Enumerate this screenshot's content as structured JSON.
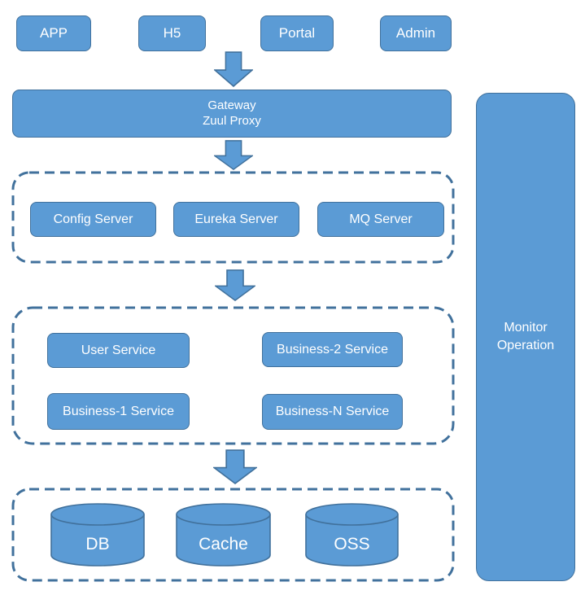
{
  "clients": [
    {
      "label": "APP"
    },
    {
      "label": "H5"
    },
    {
      "label": "Portal"
    },
    {
      "label": "Admin"
    }
  ],
  "gateway": {
    "line1": "Gateway",
    "line2": "Zuul Proxy"
  },
  "infra": [
    {
      "label": "Config Server"
    },
    {
      "label": "Eureka Server"
    },
    {
      "label": "MQ Server"
    }
  ],
  "services": [
    {
      "label": "User Service"
    },
    {
      "label": "Business-2 Service"
    },
    {
      "label": "Business-1 Service"
    },
    {
      "label": "Business-N Service"
    }
  ],
  "storage": [
    {
      "label": "DB"
    },
    {
      "label": "Cache"
    },
    {
      "label": "OSS"
    }
  ],
  "monitor": {
    "line1": "Monitor",
    "line2": "Operation"
  },
  "colors": {
    "node_fill": "#5B9BD5",
    "node_border": "#41719C",
    "dashed_border": "#41719C",
    "label_text": "#FFFFFF"
  }
}
